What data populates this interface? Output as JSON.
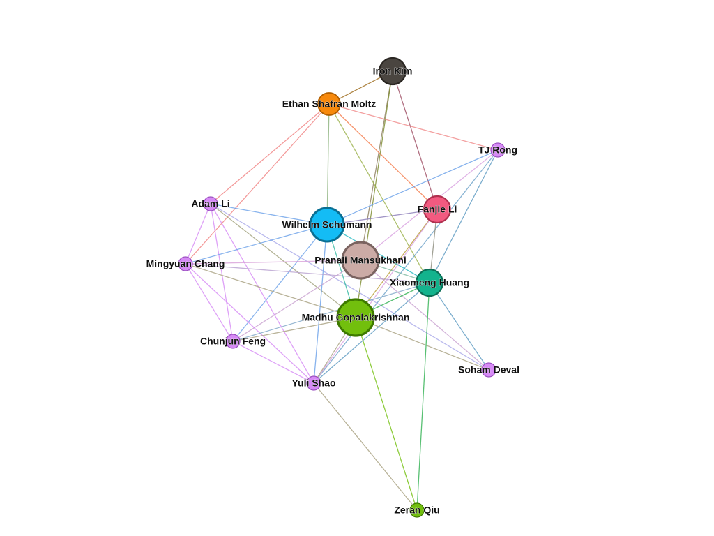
{
  "network": {
    "nodes": [
      {
        "id": "iron",
        "label": "Iron Kim",
        "color": "#4a4540",
        "border": "#2a2622",
        "weight": 3
      },
      {
        "id": "ethan",
        "label": "Ethan Shafran Moltz",
        "color": "#f7890c",
        "border": "#b05e00",
        "weight": 2
      },
      {
        "id": "tj",
        "label": "TJ Rong",
        "color": "#d68af5",
        "border": "#9a4fc0",
        "weight": 1
      },
      {
        "id": "fanjie",
        "label": "Fanjie Li",
        "color": "#f25a80",
        "border": "#b0304f",
        "weight": 3
      },
      {
        "id": "adam",
        "label": "Adam Li",
        "color": "#d68af5",
        "border": "#9a4fc0",
        "weight": 1
      },
      {
        "id": "wilhelm",
        "label": "Wilhelm Schumann",
        "color": "#14bcf5",
        "border": "#0a6f93",
        "weight": 4
      },
      {
        "id": "pranali",
        "label": "Pranali Mansukhani",
        "color": "#cbaba6",
        "border": "#7a6360",
        "weight": 5
      },
      {
        "id": "mingyuan",
        "label": "Mingyuan Chang",
        "color": "#d68af5",
        "border": "#9a4fc0",
        "weight": 1
      },
      {
        "id": "xiaomeng",
        "label": "Xiaomeng Huang",
        "color": "#13b38d",
        "border": "#0b6e56",
        "weight": 3
      },
      {
        "id": "madhu",
        "label": "Madhu Gopalakrishnan",
        "color": "#72bf0d",
        "border": "#3e7a00",
        "weight": 5
      },
      {
        "id": "chunjun",
        "label": "Chunjun Feng",
        "color": "#d68af5",
        "border": "#9a4fc0",
        "weight": 1
      },
      {
        "id": "soham",
        "label": "Soham Deval",
        "color": "#d68af5",
        "border": "#9a4fc0",
        "weight": 1
      },
      {
        "id": "yuli",
        "label": "Yuli Shao",
        "color": "#d68af5",
        "border": "#9a4fc0",
        "weight": 1
      },
      {
        "id": "zeran",
        "label": "Zeran Qiu",
        "color": "#72bf0d",
        "border": "#3e7a00",
        "weight": 1
      }
    ],
    "edges": [
      {
        "source": "iron",
        "target": "ethan",
        "color": "#9c6a1a"
      },
      {
        "source": "iron",
        "target": "fanjie",
        "color": "#9c4a60"
      },
      {
        "source": "iron",
        "target": "pranali",
        "color": "#8a7a5a"
      },
      {
        "source": "iron",
        "target": "madhu",
        "color": "#7a8a2a"
      },
      {
        "source": "ethan",
        "target": "tj",
        "color": "#f08888"
      },
      {
        "source": "ethan",
        "target": "fanjie",
        "color": "#f47a4a"
      },
      {
        "source": "ethan",
        "target": "adam",
        "color": "#f08080"
      },
      {
        "source": "ethan",
        "target": "mingyuan",
        "color": "#f08080"
      },
      {
        "source": "ethan",
        "target": "wilhelm",
        "color": "#8ab07a"
      },
      {
        "source": "ethan",
        "target": "xiaomeng",
        "color": "#9ab04a"
      },
      {
        "source": "tj",
        "target": "wilhelm",
        "color": "#6aa0e8"
      },
      {
        "source": "tj",
        "target": "pranali",
        "color": "#d8a0e0"
      },
      {
        "source": "tj",
        "target": "yuli",
        "color": "#6aa0c8"
      },
      {
        "source": "fanjie",
        "target": "wilhelm",
        "color": "#8a7ab8"
      },
      {
        "source": "fanjie",
        "target": "xiaomeng",
        "color": "#8a8a7a"
      },
      {
        "source": "fanjie",
        "target": "madhu",
        "color": "#b89a30"
      },
      {
        "source": "fanjie",
        "target": "yuli",
        "color": "#d8a0e0"
      },
      {
        "source": "adam",
        "target": "wilhelm",
        "color": "#6aa0e8"
      },
      {
        "source": "adam",
        "target": "mingyuan",
        "color": "#d68af5"
      },
      {
        "source": "adam",
        "target": "chunjun",
        "color": "#d68af5"
      },
      {
        "source": "adam",
        "target": "yuli",
        "color": "#d68af5"
      },
      {
        "source": "adam",
        "target": "madhu",
        "color": "#a0a07a"
      },
      {
        "source": "adam",
        "target": "soham",
        "color": "#a8a8e8"
      },
      {
        "source": "wilhelm",
        "target": "mingyuan",
        "color": "#6aa0e8"
      },
      {
        "source": "wilhelm",
        "target": "chunjun",
        "color": "#6aa0e8"
      },
      {
        "source": "wilhelm",
        "target": "yuli",
        "color": "#6aa0e8"
      },
      {
        "source": "wilhelm",
        "target": "xiaomeng",
        "color": "#20b8c0"
      },
      {
        "source": "wilhelm",
        "target": "madhu",
        "color": "#30b8a0"
      },
      {
        "source": "pranali",
        "target": "mingyuan",
        "color": "#d8a0d8"
      },
      {
        "source": "pranali",
        "target": "chunjun",
        "color": "#c8a0d0"
      },
      {
        "source": "pranali",
        "target": "soham",
        "color": "#c8a0d0"
      },
      {
        "source": "pranali",
        "target": "xiaomeng",
        "color": "#7ab8a0"
      },
      {
        "source": "mingyuan",
        "target": "chunjun",
        "color": "#d68af5"
      },
      {
        "source": "mingyuan",
        "target": "yuli",
        "color": "#d68af5"
      },
      {
        "source": "mingyuan",
        "target": "madhu",
        "color": "#a8a080"
      },
      {
        "source": "mingyuan",
        "target": "xiaomeng",
        "color": "#b8a0d0"
      },
      {
        "source": "chunjun",
        "target": "madhu",
        "color": "#a8a080"
      },
      {
        "source": "chunjun",
        "target": "yuli",
        "color": "#d68af5"
      },
      {
        "source": "chunjun",
        "target": "xiaomeng",
        "color": "#80a8c8"
      },
      {
        "source": "yuli",
        "target": "madhu",
        "color": "#a8a080"
      },
      {
        "source": "yuli",
        "target": "xiaomeng",
        "color": "#5a98c0"
      },
      {
        "source": "yuli",
        "target": "zeran",
        "color": "#a8a080"
      },
      {
        "source": "madhu",
        "target": "xiaomeng",
        "color": "#30b050"
      },
      {
        "source": "madhu",
        "target": "soham",
        "color": "#a8a080"
      },
      {
        "source": "madhu",
        "target": "zeran",
        "color": "#72bf0d"
      },
      {
        "source": "xiaomeng",
        "target": "soham",
        "color": "#5a98c0"
      },
      {
        "source": "xiaomeng",
        "target": "zeran",
        "color": "#30b050"
      },
      {
        "source": "xiaomeng",
        "target": "tj",
        "color": "#5a98c0"
      }
    ]
  }
}
